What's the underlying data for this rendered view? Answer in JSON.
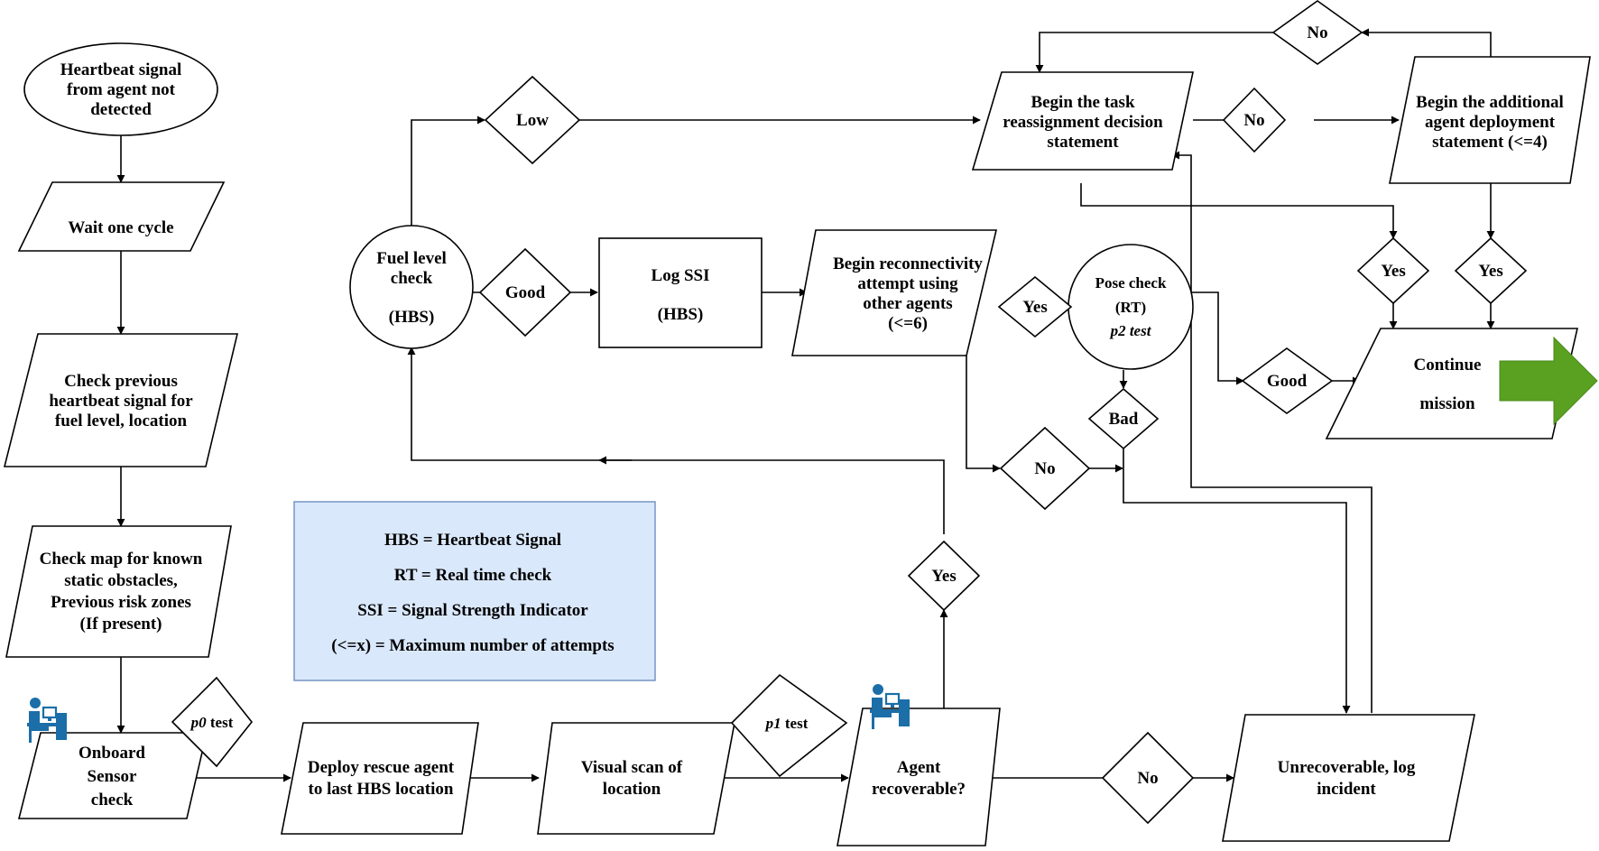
{
  "nodes": {
    "start": [
      "Heartbeat signal",
      "from agent not",
      "detected"
    ],
    "wait": [
      "Wait one cycle"
    ],
    "check_prev": [
      "Check previous",
      "heartbeat signal for",
      "fuel level, location"
    ],
    "check_map": [
      "Check map for known",
      "static obstacles,",
      "Previous risk zones",
      "(If present)"
    ],
    "onboard": [
      "Onboard",
      "Sensor",
      "check"
    ],
    "deploy": [
      "Deploy rescue agent",
      "to last HBS location"
    ],
    "visual": [
      "Visual scan of",
      "location"
    ],
    "recoverable": [
      "Agent",
      "recoverable?"
    ],
    "unrecoverable": [
      "Unrecoverable, log",
      "incident"
    ],
    "fuel": [
      "Fuel level",
      "check",
      "(HBS)"
    ],
    "logssi": [
      "Log SSI",
      "(HBS)"
    ],
    "reconnect": [
      "Begin reconnectivity",
      "attempt using",
      "other agents",
      "(<=6)"
    ],
    "pose": [
      "Pose check",
      "(RT)",
      "p2 test"
    ],
    "task": [
      "Begin the task",
      "reassignment decision",
      "statement"
    ],
    "additional": [
      "Begin the additional",
      "agent deployment",
      "statement (<=4)"
    ],
    "continue": [
      "Continue",
      "mission"
    ]
  },
  "decisions": {
    "low": "Low",
    "good_fuel": "Good",
    "yes_pose": "Yes",
    "no_reconnect": "No",
    "bad": "Bad",
    "good_pose": "Good",
    "no_task": "No",
    "no_top": "No",
    "yes_task": "Yes",
    "yes_add": "Yes",
    "yes_recover": "Yes",
    "no_recover": "No"
  },
  "tests": {
    "p0": {
      "var": "p0",
      "word": "test"
    },
    "p1": {
      "var": "p1",
      "word": "test"
    }
  },
  "legend": [
    "HBS = Heartbeat Signal",
    "RT = Real time check",
    "SSI = Signal Strength Indicator",
    "(<=x) = Maximum number of attempts"
  ],
  "colors": {
    "legend_fill": "#dae8fc",
    "legend_border": "#6c8ebf",
    "continue_arrow": "#5aa021",
    "agent_icon": "#1b6ea8"
  },
  "icons": [
    "operator-at-desk-icon",
    "continue-arrow-icon"
  ]
}
